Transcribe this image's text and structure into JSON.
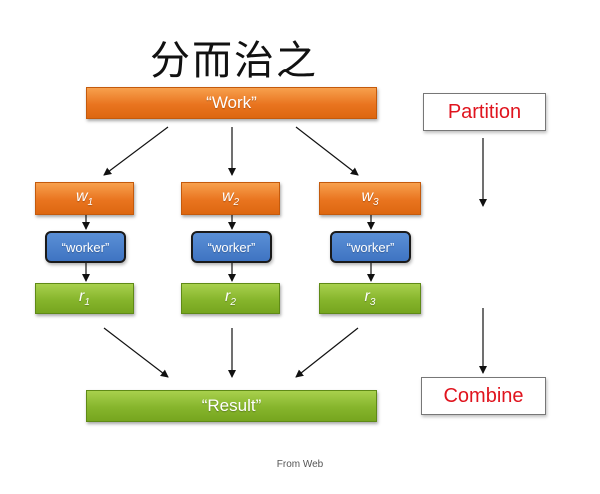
{
  "title": "分而治之",
  "work_label": "“Work”",
  "result_label": "“Result”",
  "partition_label": "Partition",
  "combine_label": "Combine",
  "caption": "From Web",
  "tasks": [
    {
      "w_main": "w",
      "w_sub": "1",
      "worker": "“worker”",
      "r_main": "r",
      "r_sub": "1"
    },
    {
      "w_main": "w",
      "w_sub": "2",
      "worker": "“worker”",
      "r_main": "r",
      "r_sub": "2"
    },
    {
      "w_main": "w",
      "w_sub": "3",
      "worker": "“worker”",
      "r_main": "r",
      "r_sub": "3"
    }
  ],
  "colors": {
    "orange": "#e9741f",
    "green": "#86b52c",
    "worker_blue": "#4a7fcb",
    "side_text": "#e0141e"
  }
}
